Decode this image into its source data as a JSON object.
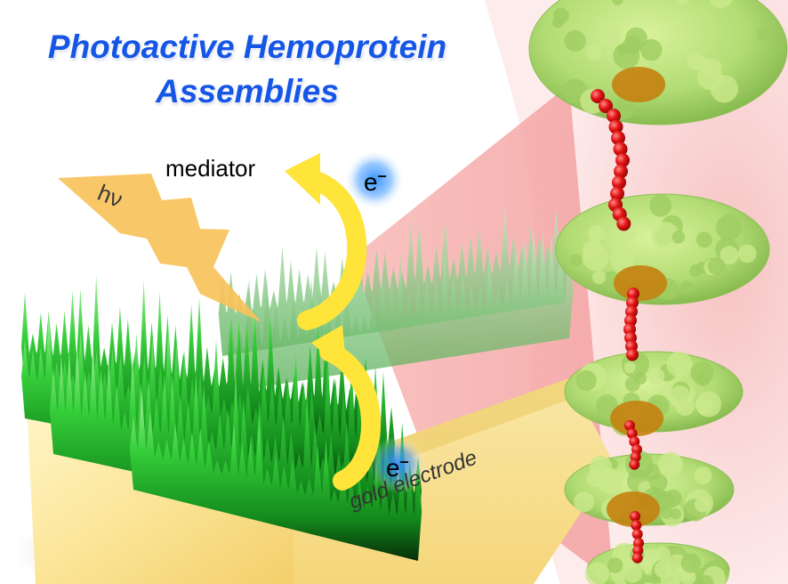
{
  "title": {
    "line1": "Photoactive Hemoprotein",
    "line2": "Assemblies"
  },
  "labels": {
    "mediator": "mediator",
    "electron_top": "e",
    "electron_bottom": "e",
    "electron_charge": "–",
    "gold_electrode": "gold electrode",
    "photon": "hν"
  },
  "colors": {
    "title": "#1656e6",
    "arrow": "#ffe43a",
    "electron_glow": "#2a8cff",
    "bolt": "#f7c25a",
    "surface": "#33cc33",
    "gold_block": "#f8dc80",
    "protein": "#b5df7b",
    "linker": "#e41414",
    "heme": "#c4810e"
  }
}
